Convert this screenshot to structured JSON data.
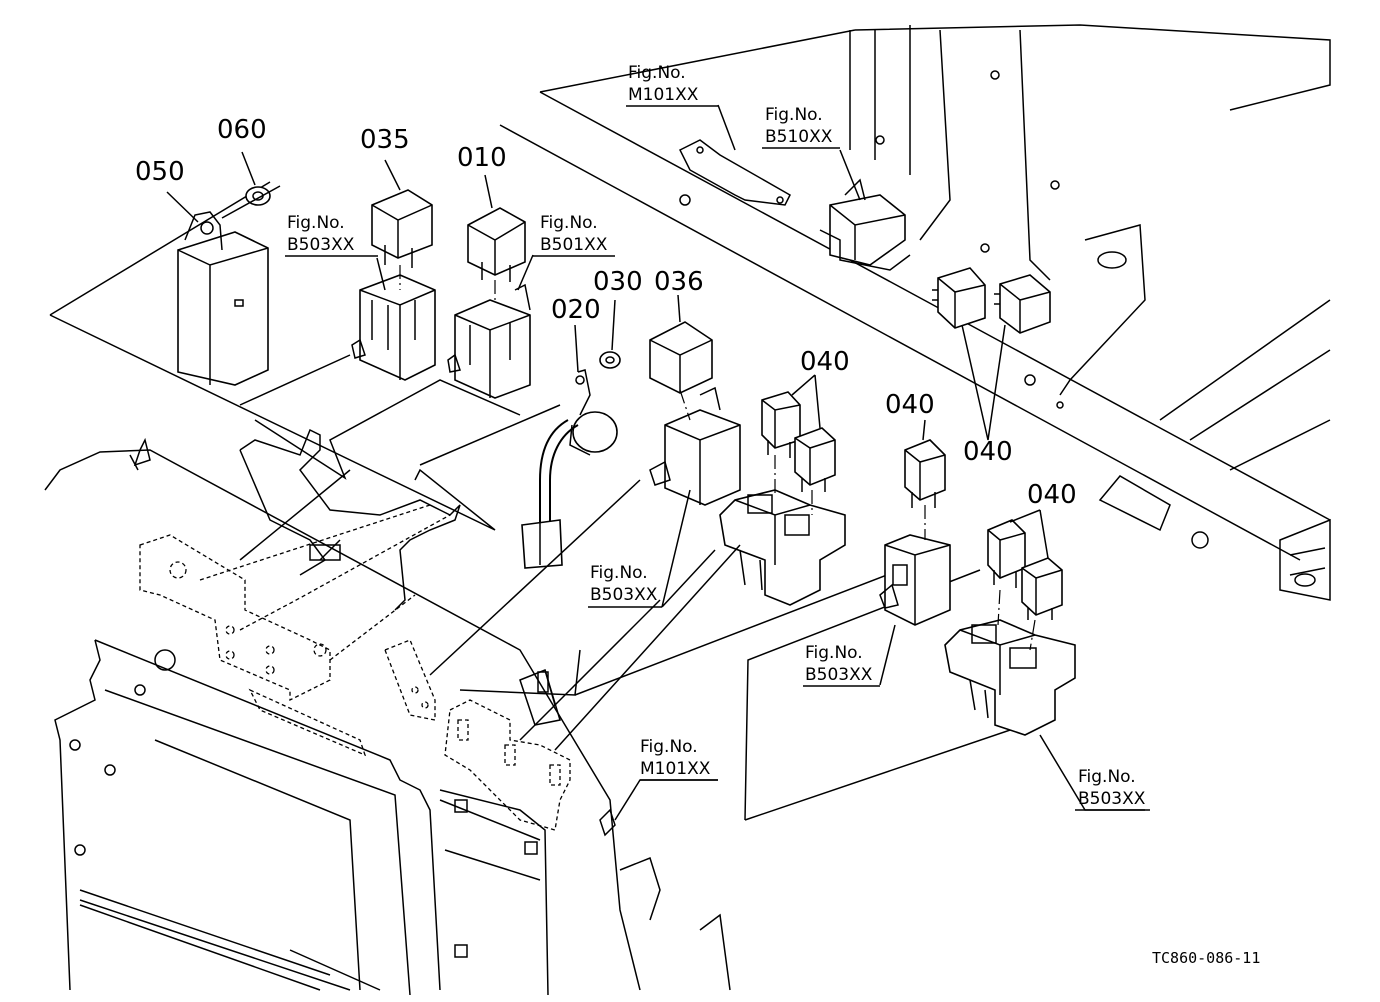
{
  "parts": {
    "p050": "050",
    "p060": "060",
    "p035": "035",
    "p010": "010",
    "p020": "020",
    "p030": "030",
    "p036": "036",
    "p040a": "040",
    "p040b": "040",
    "p040c": "040",
    "p040d": "040"
  },
  "refs": {
    "fig_label": "Fig.No.",
    "r1": "B503XX",
    "r2": "B501XX",
    "r3": "M101XX",
    "r4": "B510XX",
    "r5": "B503XX",
    "r6": "B503XX",
    "r7": "M101XX",
    "r8": "B503XX"
  },
  "drawing_code": "TC860-086-11"
}
